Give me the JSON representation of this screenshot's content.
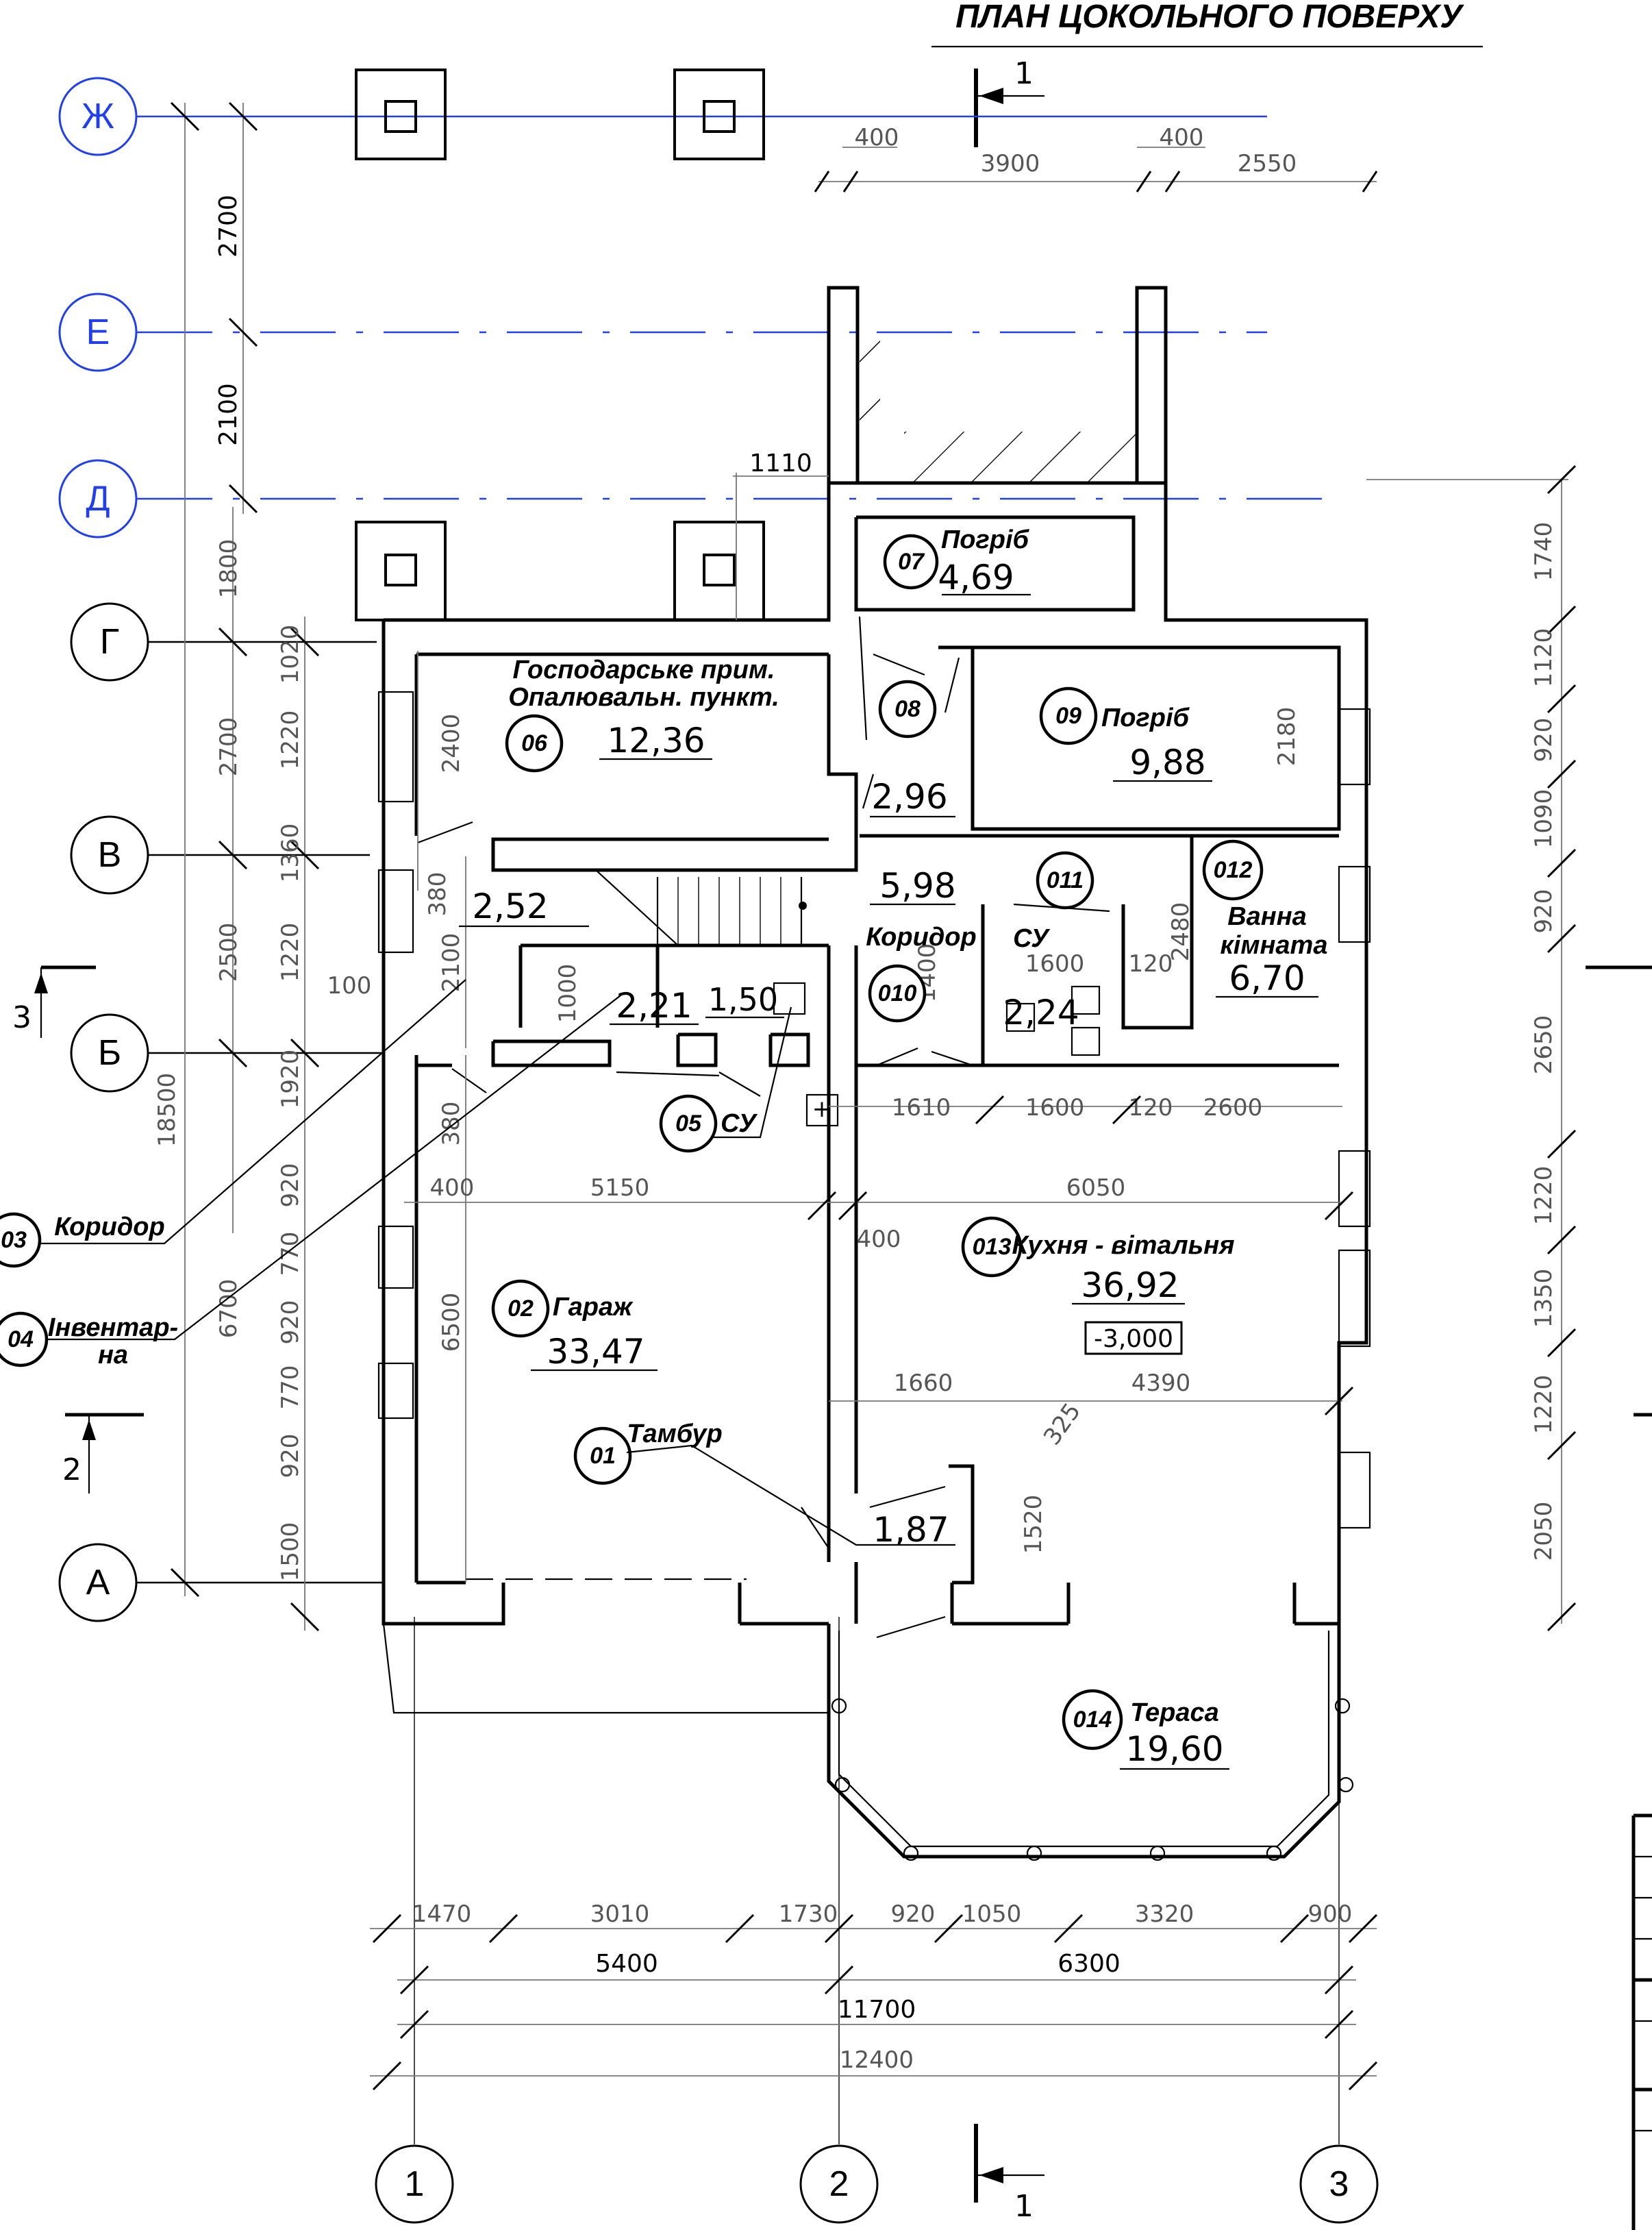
{
  "title": "ПЛАН ЦОКОЛЬНОГО ПОВЕРХУ",
  "axes": {
    "Zh": "Ж",
    "E": "Е",
    "D": "Д",
    "G": "Г",
    "V": "В",
    "B": "Б",
    "A": "А",
    "n1": "1",
    "n2": "2",
    "n3": "3"
  },
  "section_marks": {
    "s1_top": "1",
    "s1_bottom": "1",
    "s2": "2",
    "s3": "3"
  },
  "rooms": {
    "r01": {
      "num": "01",
      "name": "Тамбур",
      "area": "1,87"
    },
    "r02": {
      "num": "02",
      "name": "Гараж",
      "area": "33,47"
    },
    "r03": {
      "num": "03",
      "name": "Коридор",
      "area": "2,52"
    },
    "r04": {
      "num": "04",
      "name_l1": "Інвентар-",
      "name_l2": "на",
      "area": "2,21"
    },
    "r05": {
      "num": "05",
      "name": "СУ",
      "area": "1,50"
    },
    "r06": {
      "num": "06",
      "name_l1": "Господарське прим.",
      "name_l2": "Опалювальн. пункт.",
      "area": "12,36"
    },
    "r07": {
      "num": "07",
      "name": "Погріб",
      "area": "4,69"
    },
    "r08": {
      "num": "08",
      "area": "2,96"
    },
    "r09": {
      "num": "09",
      "name": "Погріб",
      "area": "9,88"
    },
    "r010": {
      "num": "010",
      "name": "Коридор",
      "area": "5,98"
    },
    "r011": {
      "num": "011",
      "name": "СУ",
      "area": "2,24"
    },
    "r012": {
      "num": "012",
      "name_l1": "Ванна",
      "name_l2": "кімната",
      "area": "6,70"
    },
    "r013": {
      "num": "013",
      "name": "Кухня - вітальня",
      "area": "36,92",
      "level": "-3,000"
    },
    "r014": {
      "num": "014",
      "name": "Тераса",
      "area": "19,60"
    }
  },
  "dims": {
    "top_400a": "400",
    "top_3900": "3900",
    "top_400b": "400",
    "top_2550": "2550",
    "d1110": "1110",
    "l_2700": "2700",
    "l_2100": "2100",
    "l_1800": "1800",
    "l_2700b": "2700",
    "l_2500": "2500",
    "l_18500": "18500",
    "l_6700": "6700",
    "l_1020": "1020",
    "l_1220": "1220",
    "l_1360": "1360",
    "l_1220b": "1220",
    "l_1920": "1920",
    "l_920": "920",
    "l_770": "770",
    "l_920b": "920",
    "l_770b": "770",
    "l_920c": "920",
    "l_1500": "1500",
    "i_2400": "2400",
    "i_380": "380",
    "i_2100": "2100",
    "i_100": "100",
    "i_1000": "1000",
    "i_380b": "380",
    "i_400": "400",
    "i_5150": "5150",
    "i_6050": "6050",
    "i_400b": "400",
    "i_6500": "6500",
    "i_1610": "1610",
    "i_1600": "1600",
    "i_120": "120",
    "i_2600": "2600",
    "i_1600b": "1600",
    "i_120b": "120",
    "i_1400": "1400",
    "i_2480": "2480",
    "i_2180": "2180",
    "i_1660": "1660",
    "i_4390": "4390",
    "i_325": "325",
    "i_1520": "1520",
    "r_1740": "1740",
    "r_1120": "1120",
    "r_920": "920",
    "r_1090": "1090",
    "r_920b": "920",
    "r_2650": "2650",
    "r_1220": "1220",
    "r_1350": "1350",
    "r_1220b": "1220",
    "r_2050": "2050",
    "b_1470": "1470",
    "b_3010": "3010",
    "b_1730": "1730",
    "b_920": "920",
    "b_1050": "1050",
    "b_3320": "3320",
    "b_900": "900",
    "b_5400": "5400",
    "b_6300": "6300",
    "b_11700": "11700",
    "b_12400": "12400"
  }
}
